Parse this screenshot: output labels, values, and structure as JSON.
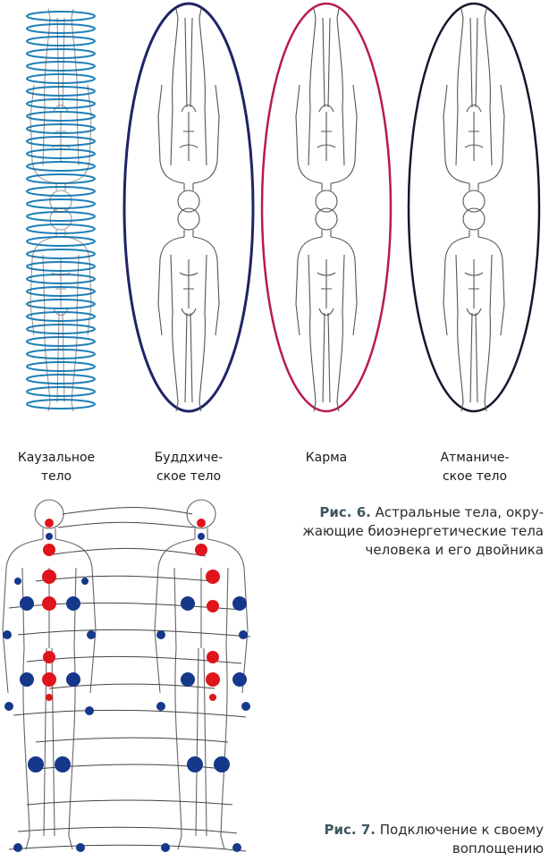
{
  "figure6": {
    "labels": [
      "Каузальное\nтело",
      "Буддхиче-\nское тело",
      "Карма",
      "Атманиче-\nское  тело"
    ],
    "caption_num": "Рис. 6.",
    "caption_lines": [
      "Астральные тела, окру-",
      "жающие биоэнергетические тела",
      "человека и его двойника"
    ],
    "colors": {
      "causal": "#1d7fb8",
      "buddhic": "#1f2466",
      "karma": "#b81c4a",
      "atmanic": "#15182c"
    }
  },
  "figure7": {
    "caption_num": "Рис. 7.",
    "caption_lines": [
      "Подключение к своему",
      "воплощению"
    ],
    "colors": {
      "red": "#e0141b",
      "blue": "#15388a"
    }
  }
}
